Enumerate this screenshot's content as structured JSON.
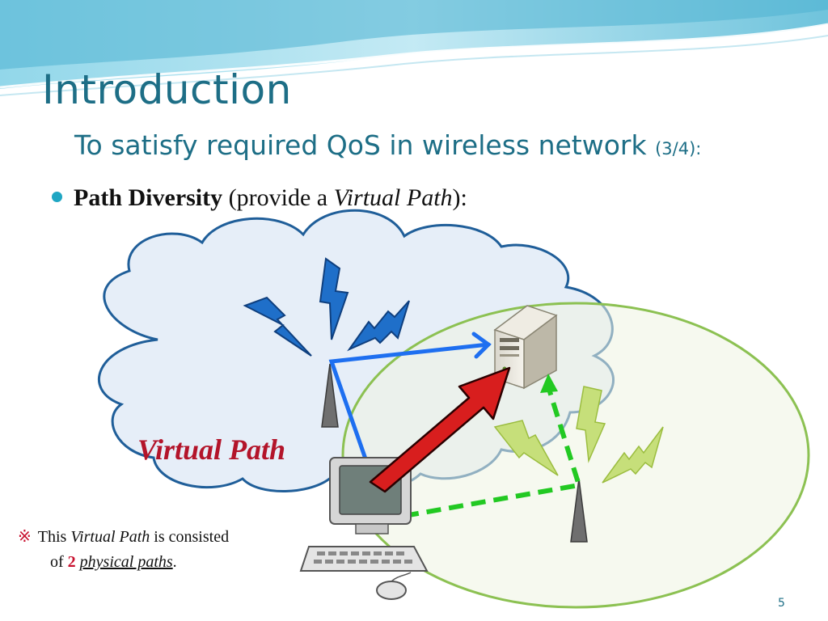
{
  "slide": {
    "title": "Introduction",
    "subtitle": {
      "main": "To satisfy required QoS in wireless network ",
      "fraction": "(3/4):"
    },
    "bullet": {
      "bold": "Path Diversity",
      "text1": " (provide a ",
      "italic": "Virtual Path",
      "text2": "):"
    },
    "diagram_label": "Virtual Path",
    "note": {
      "mark": "※",
      "line1_text": "This ",
      "line1_italic": "Virtual Path",
      "line1_rest": " is consisted",
      "line2_text": "of ",
      "line2_number": "2",
      "line2_italic": "physical paths",
      "line2_end": "."
    },
    "page_number": "5"
  },
  "colors": {
    "title": "#1d6e86",
    "cloud_fill": "#e6eef8",
    "cloud_stroke": "#1f5e99",
    "coverage_fill": "#eef4e2",
    "coverage_stroke": "#8cc152",
    "blue_bolt": "#1f6fc9",
    "green_bolt": "#c6df7a",
    "blue_arrow": "#1e6ff0",
    "red_arrow": "#d81e1e",
    "green_dash": "#22c922",
    "accent_red": "#b3142a"
  }
}
